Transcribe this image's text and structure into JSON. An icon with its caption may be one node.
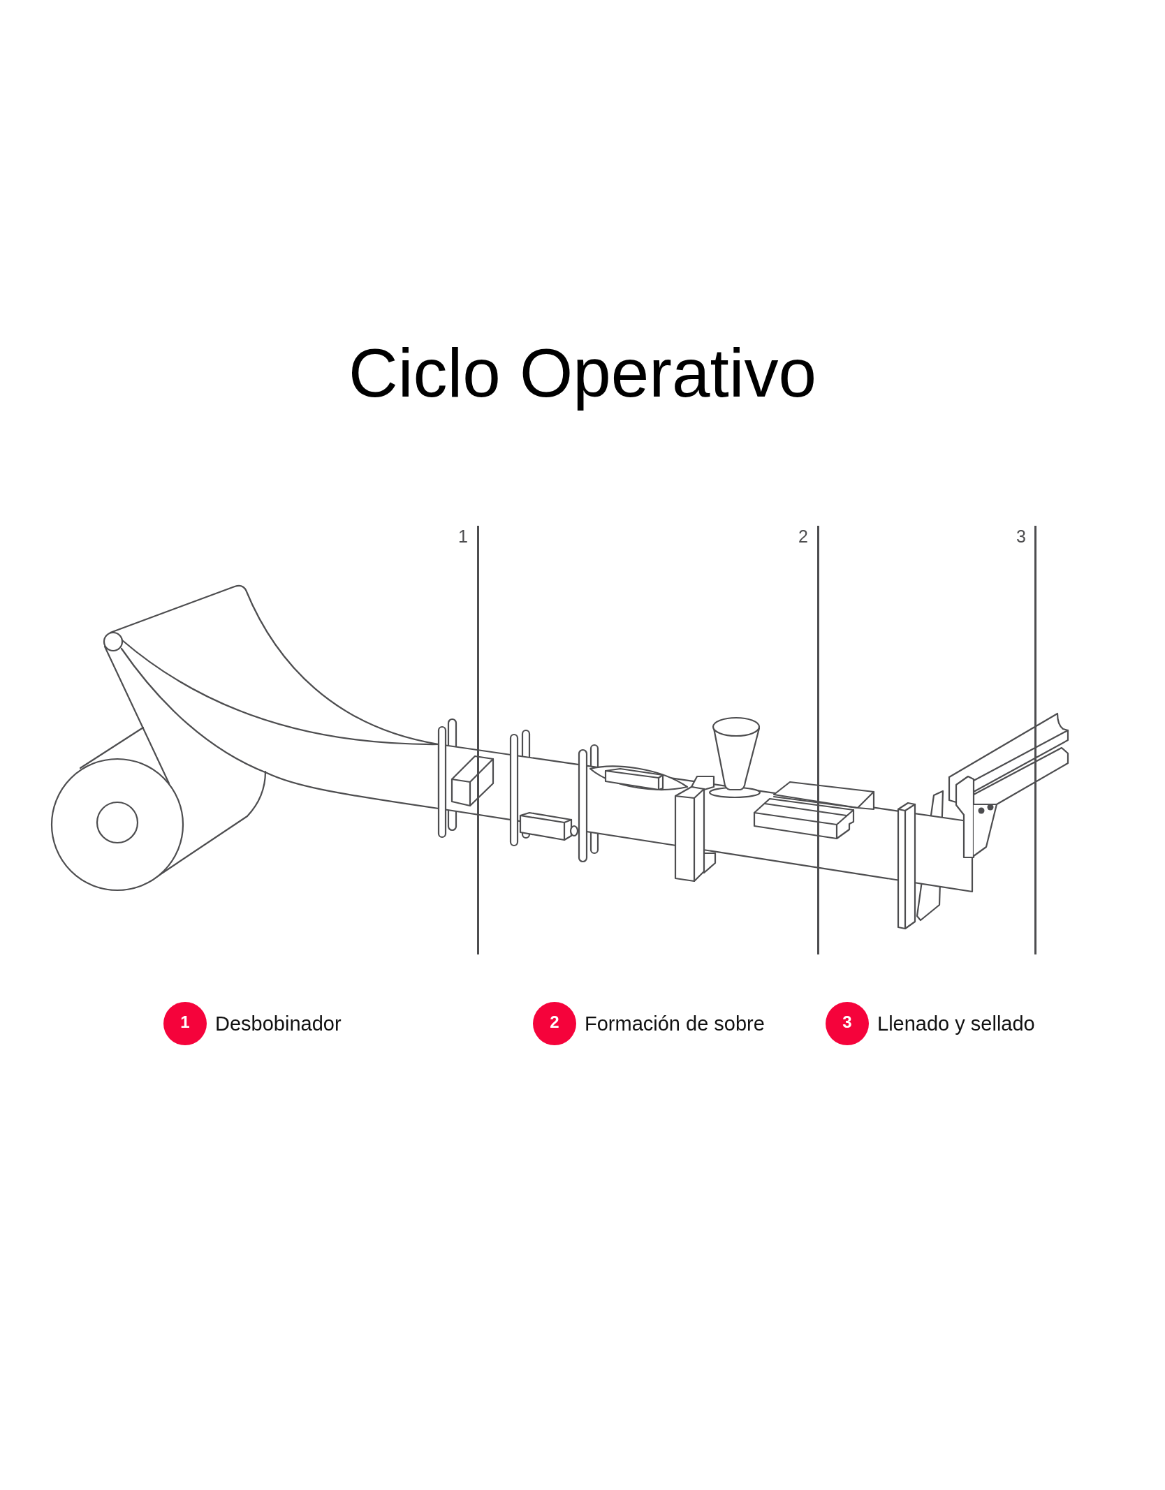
{
  "diagram": {
    "title": "Ciclo Operativo",
    "nodes": [
      {
        "text": [
          "1"
        ],
        "beside": [
          "Desbobinador"
        ]
      },
      {
        "text": [
          "2"
        ],
        "beside": [
          "Formación de sobre"
        ]
      },
      {
        "text": [
          "3"
        ],
        "beside": [
          "Llenado y sellado"
        ]
      }
    ],
    "labels": [
      "1",
      "2",
      "3"
    ]
  }
}
